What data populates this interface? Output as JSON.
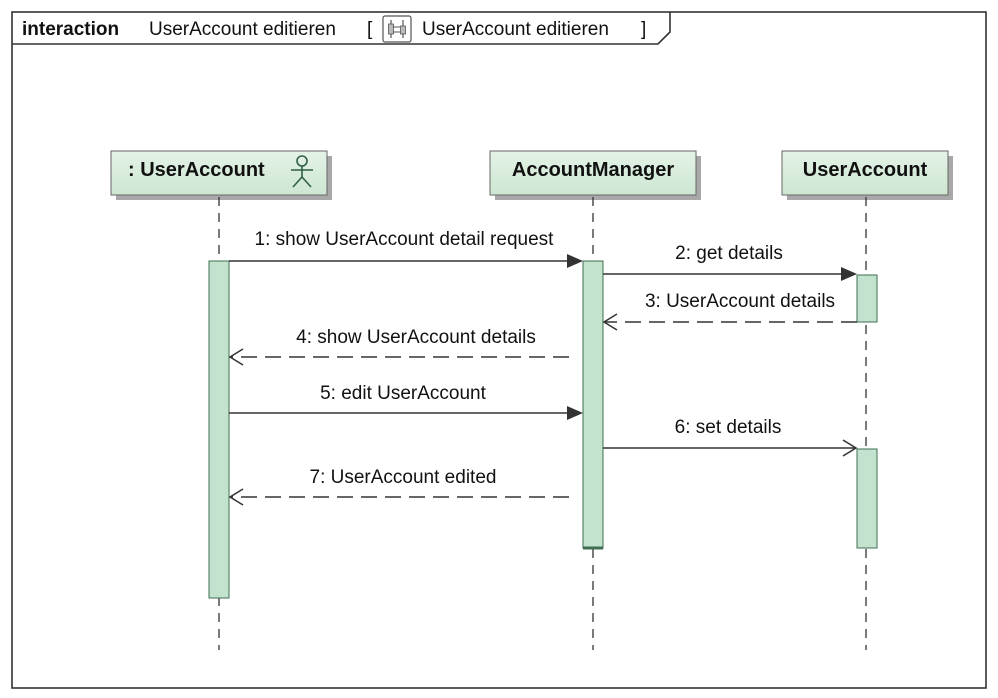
{
  "frame": {
    "keyword": "interaction",
    "title": "UserAccount editieren",
    "open_bracket": "[",
    "ref_name": "UserAccount editieren",
    "close_bracket": "]",
    "ref_icon": "sequence-diagram-icon"
  },
  "lifelines": [
    {
      "name": ": UserAccount",
      "icon": "actor-icon"
    },
    {
      "name": "AccountManager"
    },
    {
      "name": "UserAccount"
    }
  ],
  "messages": [
    {
      "label": "1: show UserAccount detail request",
      "kind": "sync"
    },
    {
      "label": "2: get details",
      "kind": "sync"
    },
    {
      "label": "3: UserAccount details",
      "kind": "reply"
    },
    {
      "label": "4: show UserAccount details",
      "kind": "reply"
    },
    {
      "label": "5: edit UserAccount",
      "kind": "sync"
    },
    {
      "label": "6: set details",
      "kind": "async"
    },
    {
      "label": "7: UserAccount edited",
      "kind": "reply"
    }
  ],
  "colors": {
    "lifeline_fill": "#d6ecd9",
    "lifeline_shadow": "#9a9a9a",
    "activation_fill": "#c3e3ce",
    "activation_stroke": "#3f6e53",
    "frame_stroke": "#333333",
    "line": "#333333"
  }
}
